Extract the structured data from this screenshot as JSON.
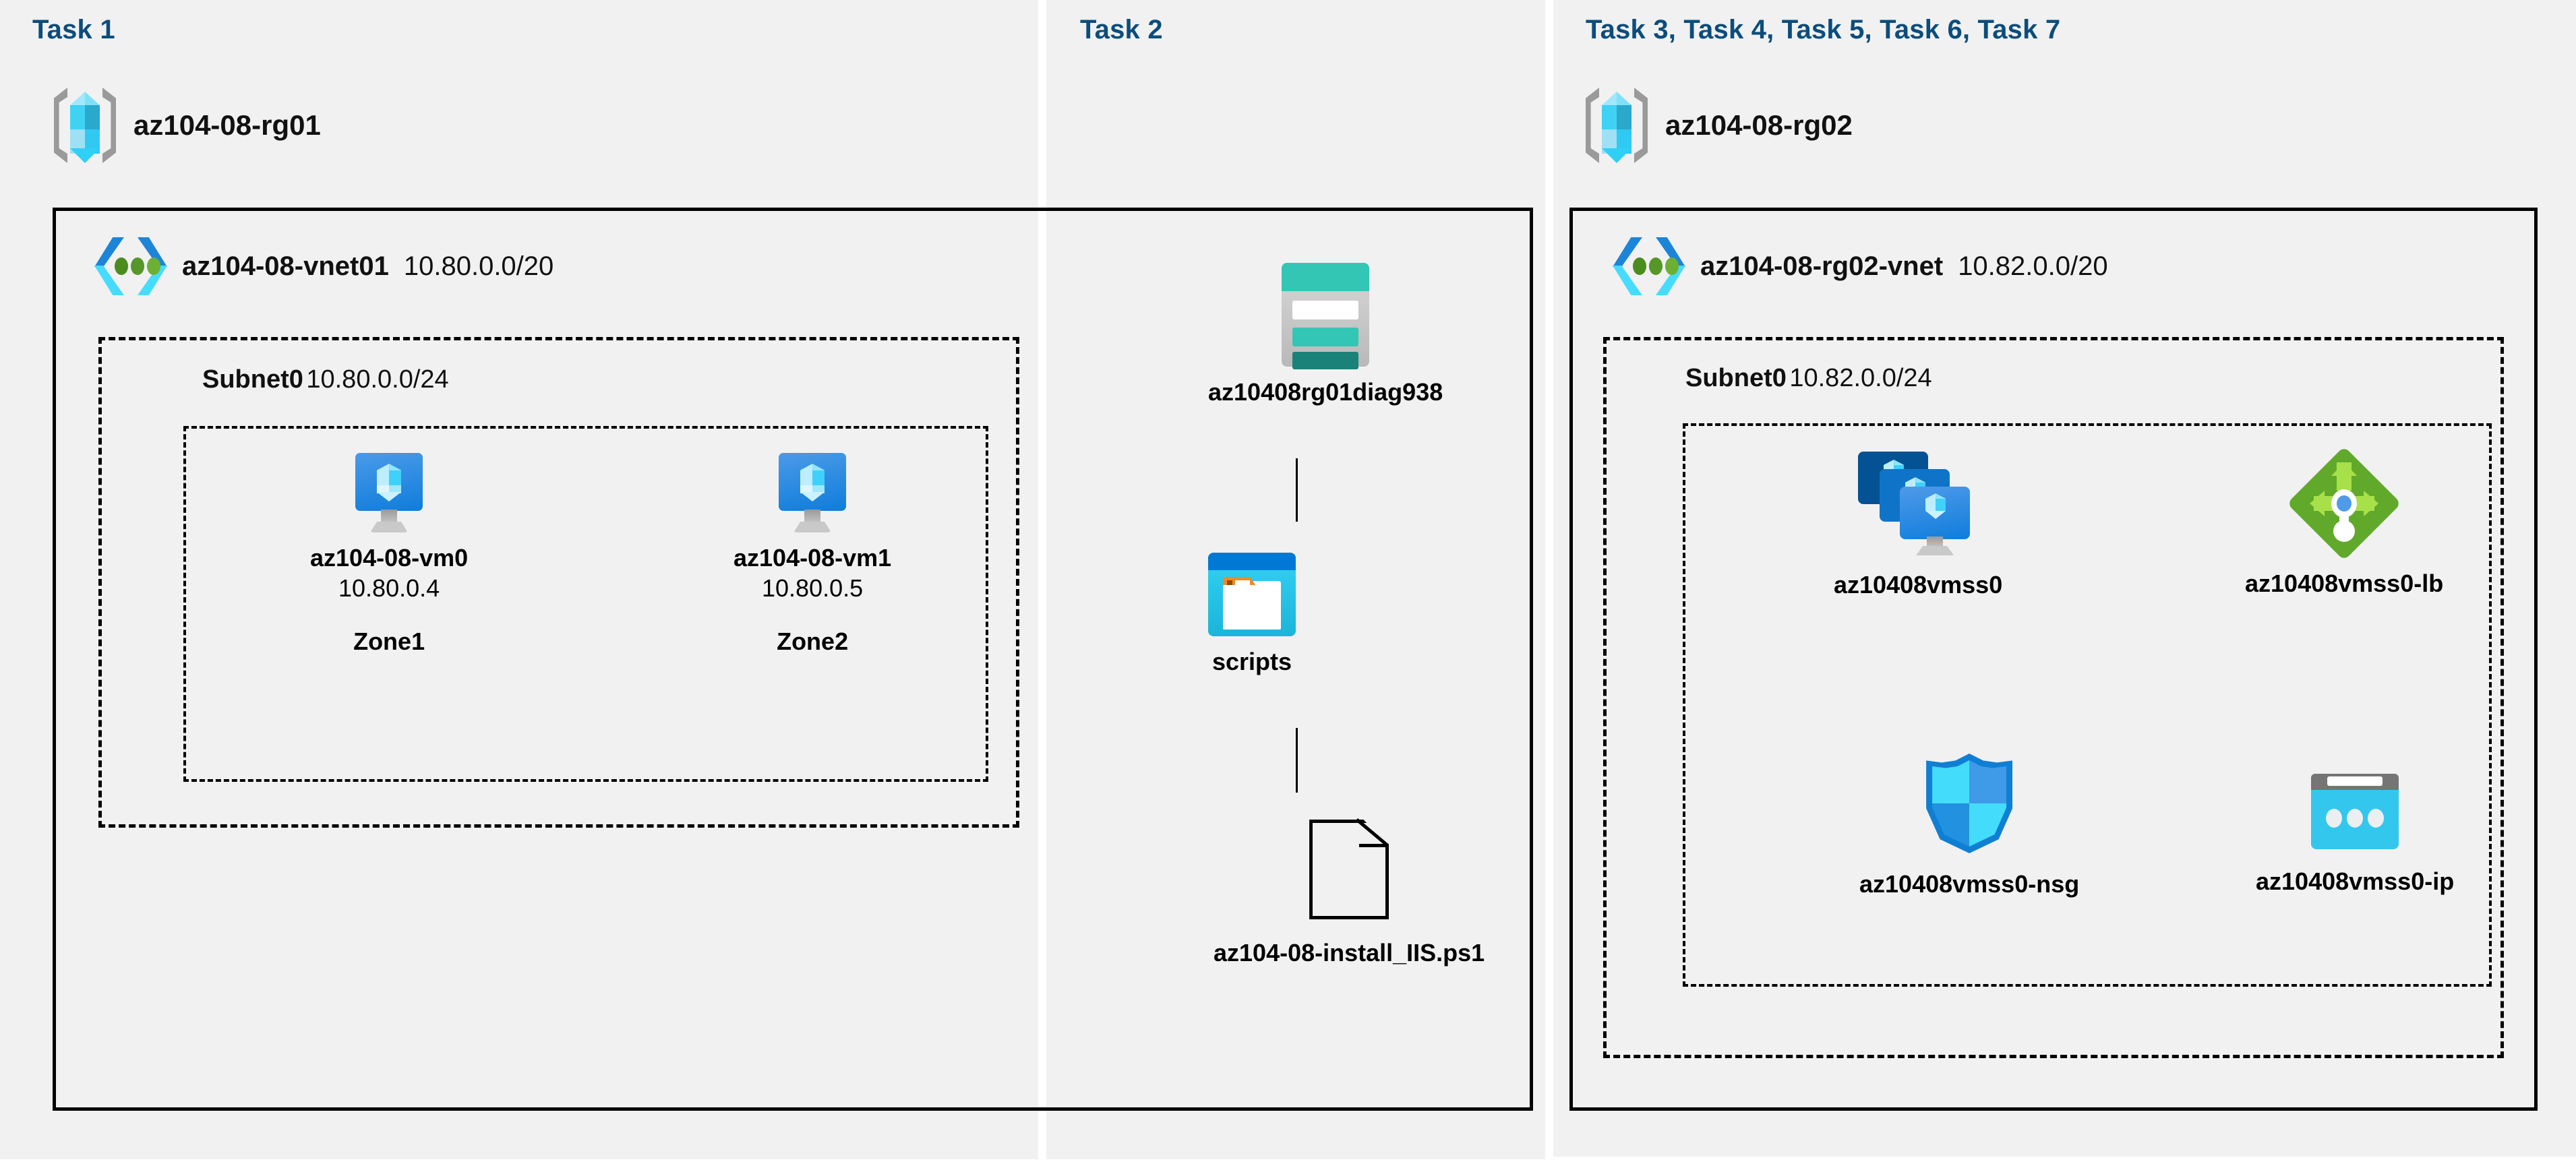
{
  "diagram": {
    "title": "Azure AZ-104 Lab 08 architecture",
    "accent_color": "#0b4d7c",
    "panel_background": "#f1f1f1"
  },
  "columns": [
    {
      "id": "task1",
      "title": "Task 1",
      "resource_group": {
        "name": "az104-08-rg01",
        "icon": "resource-group-icon"
      },
      "vnet": {
        "name": "az104-08-vnet01",
        "cidr": "10.80.0.0/20",
        "icon": "virtual-network-icon",
        "subnet": {
          "name": "Subnet0",
          "cidr": "10.80.0.0/24",
          "vms": [
            {
              "name": "az104-08-vm0",
              "ip": "10.80.0.4",
              "zone": "Zone1",
              "icon": "virtual-machine-icon"
            },
            {
              "name": "az104-08-vm1",
              "ip": "10.80.0.5",
              "zone": "Zone2",
              "icon": "virtual-machine-icon"
            }
          ]
        }
      }
    },
    {
      "id": "task2",
      "title": "Task 2",
      "nodes": [
        {
          "name": "az10408rg01diag938",
          "icon": "storage-account-icon"
        },
        {
          "name": "scripts",
          "icon": "blob-container-icon"
        },
        {
          "name": "az104-08-install_IIS.ps1",
          "icon": "file-icon"
        }
      ]
    },
    {
      "id": "task3",
      "title": "Task 3, Task 4, Task 5, Task 6, Task 7",
      "resource_group": {
        "name": "az104-08-rg02",
        "icon": "resource-group-icon"
      },
      "vnet": {
        "name": "az104-08-rg02-vnet",
        "cidr": "10.82.0.0/20",
        "icon": "virtual-network-icon",
        "subnet": {
          "name": "Subnet0",
          "cidr": "10.82.0.0/24",
          "resources": [
            {
              "name": "az10408vmss0",
              "icon": "vm-scale-set-icon"
            },
            {
              "name": "az10408vmss0-lb",
              "icon": "load-balancer-icon"
            },
            {
              "name": "az10408vmss0-nsg",
              "icon": "network-security-group-icon"
            },
            {
              "name": "az10408vmss0-ip",
              "icon": "public-ip-address-icon"
            }
          ]
        }
      }
    }
  ]
}
